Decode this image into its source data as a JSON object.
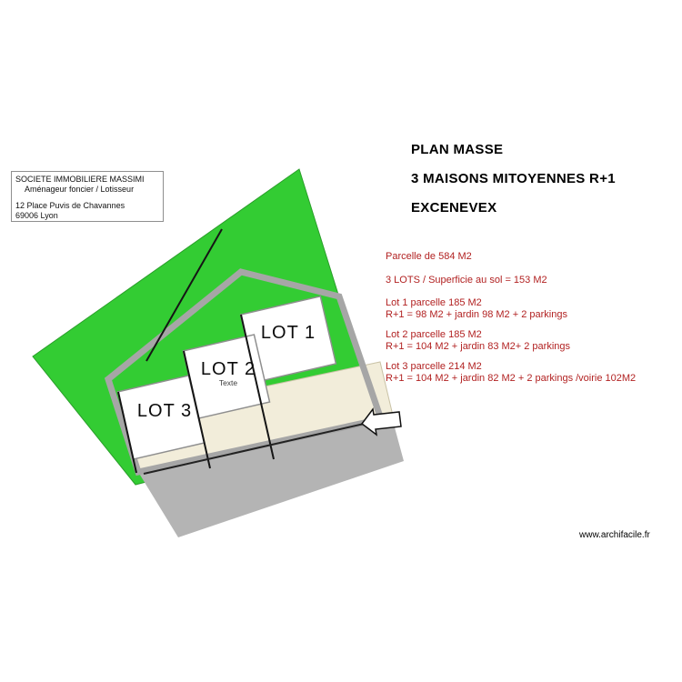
{
  "company_box": {
    "name": "SOCIETE IMMOBILIERE MASSIMI",
    "role": "Aménageur foncier / Lotisseur",
    "address_line1": "12 Place Puvis de Chavannes",
    "address_line2": "69006 Lyon"
  },
  "header": {
    "title": "PLAN MASSE",
    "subtitle": "3 MAISONS MITOYENNES R+1",
    "location": "EXCENEVEX"
  },
  "details": {
    "parcel": "Parcelle de 584 M2",
    "summary": "3 LOTS / Superficie au sol = 153 M2",
    "lots": [
      {
        "title": "Lot 1 parcelle 185 M2",
        "desc": "R+1 = 98 M2 + jardin 98 M2 + 2 parkings"
      },
      {
        "title": "Lot 2 parcelle 185 M2",
        "desc": "R+1 = 104 M2 + jardin 83 M2+ 2 parkings"
      },
      {
        "title": "Lot 3 parcelle 214 M2",
        "desc": "R+1 = 104 M2 + jardin 82 M2 + 2 parkings /voirie 102M2"
      }
    ]
  },
  "plan": {
    "lot1_label": "LOT 1",
    "lot2_label": "LOT 2",
    "lot2_note": "Texte",
    "lot3_label": "LOT 3"
  },
  "footer": {
    "watermark": "www.archifacile.fr"
  },
  "colors": {
    "green": "#33cc33",
    "beige": "#f2edda",
    "road_gray": "#b4b4b4",
    "border_gray": "#a6a6a6",
    "detail_red": "#b22222"
  }
}
